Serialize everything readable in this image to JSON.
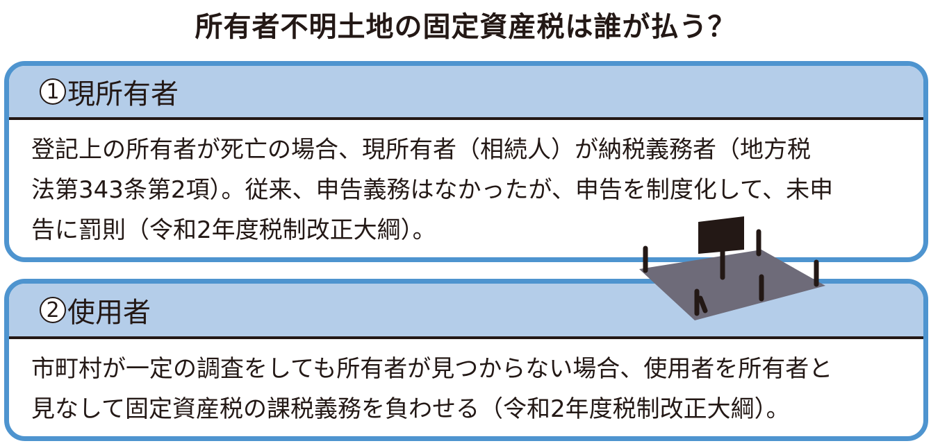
{
  "title": "所有者不明土地の固定資産税は誰が払う？",
  "sections": [
    {
      "number": "1",
      "heading": "現所有者",
      "lines": [
        "登記上の所有者が死亡の場合、現所有者（相続人）が納税義務者（地方税",
        "法第343条第2項）。従来、申告義務はなかったが、申告を制度化して、未申",
        "告に罰則（令和2年度税制改正大綱）。"
      ]
    },
    {
      "number": "2",
      "heading": "使用者",
      "lines": [
        "市町村が一定の調査をしても所有者が見つからない場合、使用者を所有者と",
        "見なして固定資産税の課税義務を負わせる（令和2年度税制改正大綱）。"
      ]
    }
  ],
  "colors": {
    "border": "#4e94cf",
    "header": "#b4cde9",
    "land": "#6e6b79"
  }
}
